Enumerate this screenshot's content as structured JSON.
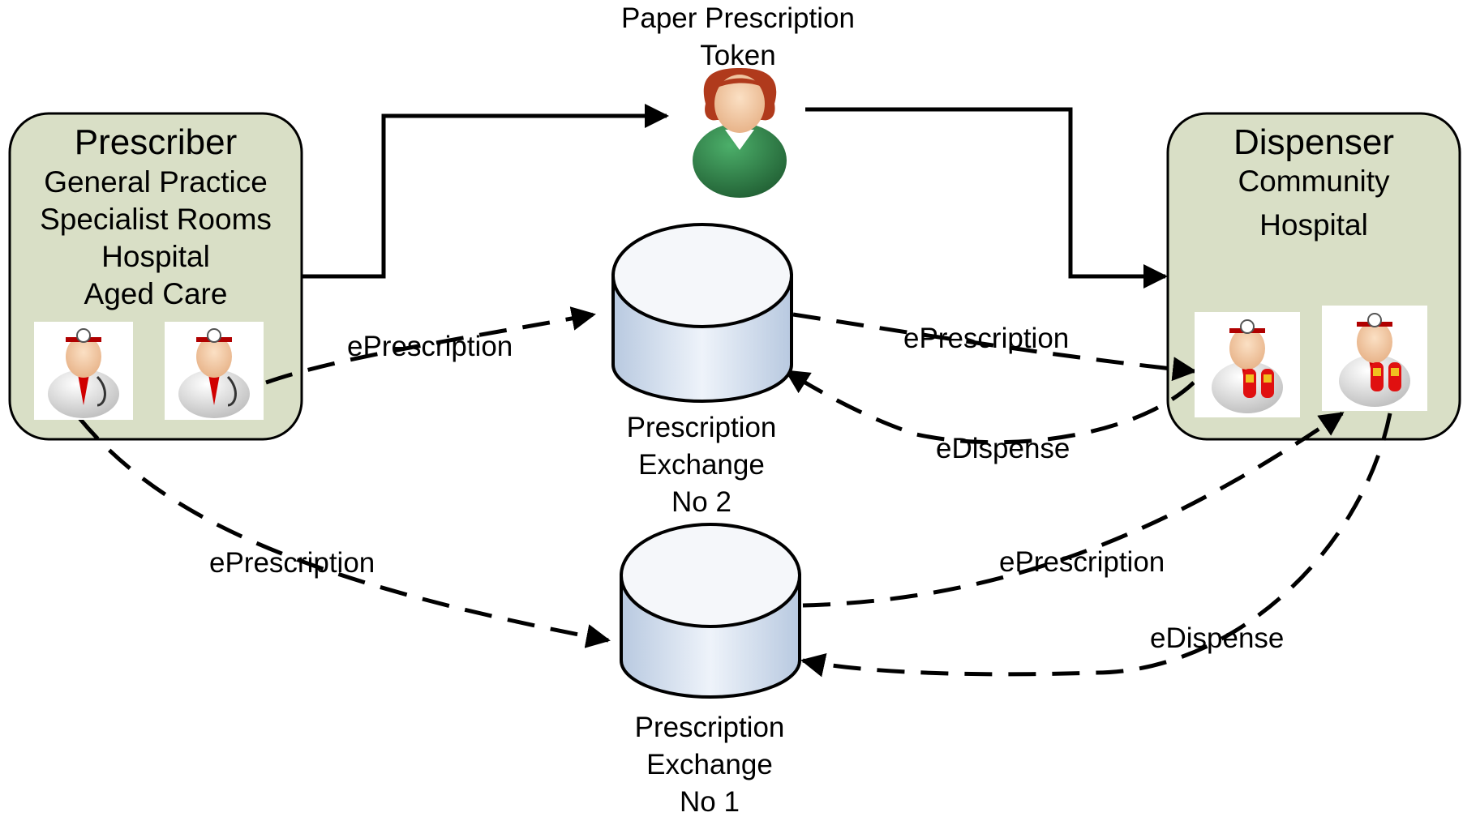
{
  "token": {
    "label_line1": "Paper  Prescription",
    "label_line2": "Token"
  },
  "prescriber": {
    "title": "Prescriber",
    "lines": [
      "General Practice",
      "Specialist Rooms",
      "Hospital",
      "Aged Care"
    ]
  },
  "dispenser": {
    "title": "Dispenser",
    "lines": [
      "Community",
      "Hospital"
    ]
  },
  "exchange2": {
    "lines": [
      "Prescription",
      "Exchange",
      "No 2"
    ]
  },
  "exchange1": {
    "lines": [
      "Prescription",
      "Exchange",
      "No 1"
    ]
  },
  "edges": {
    "prescriber_to_ex2": "ePrescription",
    "ex2_to_dispenser": "ePrescription",
    "dispenser_to_ex2": "eDispense",
    "prescriber_to_ex1": "ePrescription",
    "ex1_to_dispenser": "ePrescription",
    "dispenser_to_ex1": "eDispense"
  },
  "colors": {
    "box_fill": "#d9dfc6",
    "box_stroke": "#000000",
    "cylinder_fill": "#dce6f2",
    "cylinder_top": "#f7f9fc",
    "token_body": "#2e7d45",
    "token_hair": "#b03a1c",
    "tie": "#d00000"
  }
}
